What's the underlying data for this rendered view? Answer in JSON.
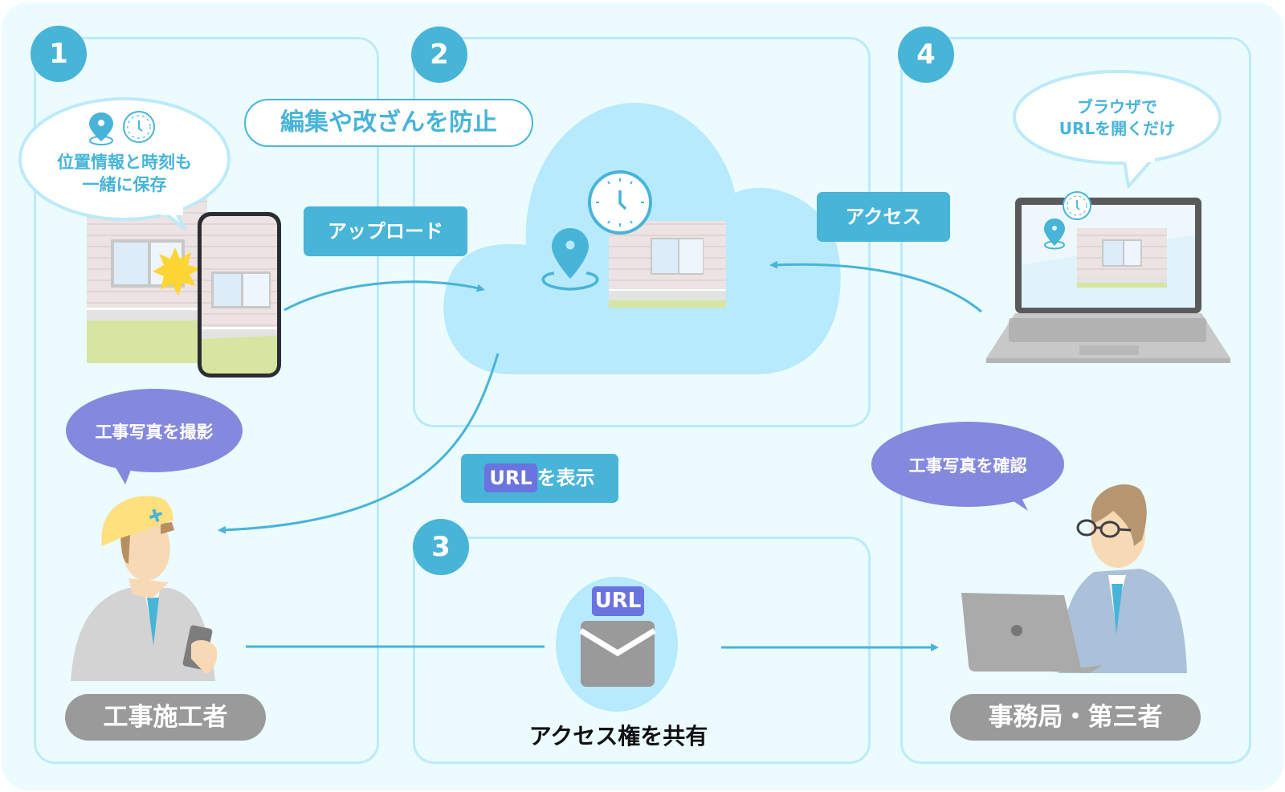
{
  "steps": [
    {
      "number": "1"
    },
    {
      "number": "2"
    },
    {
      "number": "3"
    },
    {
      "number": "4"
    }
  ],
  "step1": {
    "bubble_line1": "位置情報と時刻も",
    "bubble_line2": "一緒に保存",
    "speech": "工事写真を撮影",
    "role": "工事施工者"
  },
  "step2": {
    "feature": "編集や改ざんを防止"
  },
  "step3": {
    "url_chip": "URL",
    "caption": "アクセス権を共有"
  },
  "step4": {
    "bubble_line1": "ブラウザで",
    "bubble_line2": "URLを開くだけ",
    "speech": "工事写真を確認",
    "role": "事務局・第三者"
  },
  "flows": {
    "upload": "アップロード",
    "access": "アクセス",
    "show_url_chip": "URL",
    "show_url_rest": "を表示"
  },
  "colors": {
    "accent": "#47b4d8",
    "panel_border": "#bdeaf9",
    "background": "#ebfbfe",
    "cloud": "#b7eafc",
    "speech_purple": "#8589dd",
    "url_chip": "#6a73de",
    "role_gray": "#9a9a9a"
  }
}
